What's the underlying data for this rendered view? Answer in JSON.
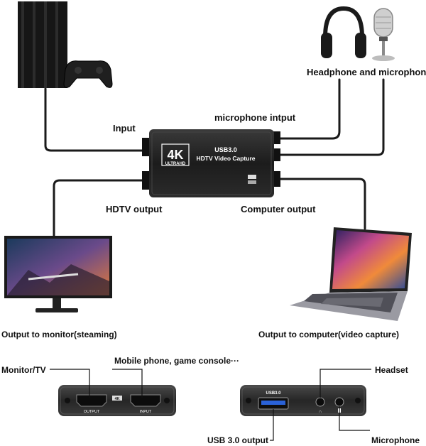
{
  "labels": {
    "headphone_mic": "Headphone and microphone",
    "microphone_input": "microphone intput",
    "input": "Input",
    "hdtv_output": "HDTV output",
    "computer_output": "Computer output",
    "output_monitor": "Output to monitor(steaming)",
    "output_computer": "Output to computer(video capture)",
    "monitor_tv": "Monitor/TV",
    "mobile_console": "Mobile phone, game console···",
    "headset": "Headset",
    "usb_output": "USB 3.0 output",
    "microphone": "Microphone"
  },
  "device": {
    "logo_big": "4K",
    "logo_small": "ULTRAHD",
    "brand_line1": "USB3.0",
    "brand_line2": "HDTV Video Capture"
  },
  "ports": {
    "output": "OUTPUT",
    "input": "INPUT",
    "badge": "4K",
    "usb_top": "USB3.0"
  },
  "colors": {
    "device_body": "#1e1e1e",
    "cable": "#1a1a1a",
    "usb_blue": "#2a62d8"
  }
}
